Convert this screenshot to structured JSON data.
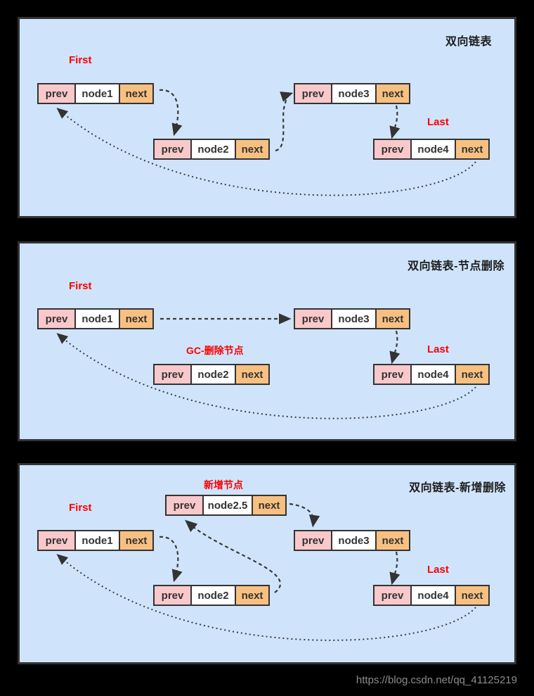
{
  "colors": {
    "background": "#000000",
    "panel_bg": "#cfe4fb",
    "panel_border": "#333333",
    "prev_cell": "#f9c8ca",
    "data_cell": "#ffffff",
    "next_cell": "#f8c080",
    "red_label": "#fe0000",
    "arrow_line": "#3a3a3a",
    "watermark_color": "#8c8c8c"
  },
  "panels": [
    {
      "title": "双向链表",
      "annotations": {
        "first": "First",
        "last": "Last"
      },
      "nodes": [
        {
          "prev": "prev",
          "name": "node1",
          "next": "next"
        },
        {
          "prev": "prev",
          "name": "node2",
          "next": "next"
        },
        {
          "prev": "prev",
          "name": "node3",
          "next": "next"
        },
        {
          "prev": "prev",
          "name": "node4",
          "next": "next"
        }
      ]
    },
    {
      "title": "双向链表-节点删除",
      "annotations": {
        "first": "First",
        "last": "Last",
        "gc": "GC-删除节点"
      },
      "nodes": [
        {
          "prev": "prev",
          "name": "node1",
          "next": "next"
        },
        {
          "prev": "prev",
          "name": "node2",
          "next": "next"
        },
        {
          "prev": "prev",
          "name": "node3",
          "next": "next"
        },
        {
          "prev": "prev",
          "name": "node4",
          "next": "next"
        }
      ]
    },
    {
      "title": "双向链表-新增删除",
      "annotations": {
        "first": "First",
        "last": "Last",
        "new": "新增节点"
      },
      "nodes": [
        {
          "prev": "prev",
          "name": "node1",
          "next": "next"
        },
        {
          "prev": "prev",
          "name": "node2",
          "next": "next"
        },
        {
          "prev": "prev",
          "name": "node2.5",
          "next": "next"
        },
        {
          "prev": "prev",
          "name": "node3",
          "next": "next"
        },
        {
          "prev": "prev",
          "name": "node4",
          "next": "next"
        }
      ]
    }
  ],
  "watermark": {
    "text": "https://blog.csdn.net/qq_41125219"
  }
}
